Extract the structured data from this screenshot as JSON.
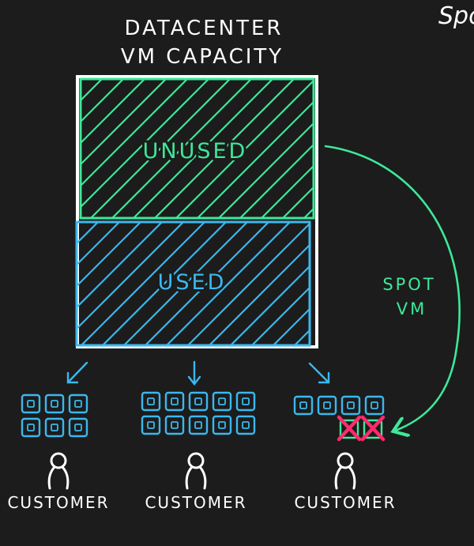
{
  "corner_text": "Spo",
  "title_line1": "DATACENTER",
  "title_line2": "VM CAPACITY",
  "unused_label": "UNUSED",
  "used_label": "USED",
  "spot_line1": "SPOT",
  "spot_line2": "VM",
  "colors": {
    "background": "#1c1c1c",
    "white": "#ffffff",
    "green": "#3ee89a",
    "blue": "#3bb8ee",
    "red": "#ff2a6e"
  },
  "customers": [
    {
      "label": "CUSTOMER",
      "vm_count": 6,
      "spot_vm_count": 0,
      "evicted_count": 0
    },
    {
      "label": "CUSTOMER",
      "vm_count": 10,
      "spot_vm_count": 0,
      "evicted_count": 0
    },
    {
      "label": "CUSTOMER",
      "vm_count": 4,
      "spot_vm_count": 2,
      "evicted_count": 2
    }
  ]
}
